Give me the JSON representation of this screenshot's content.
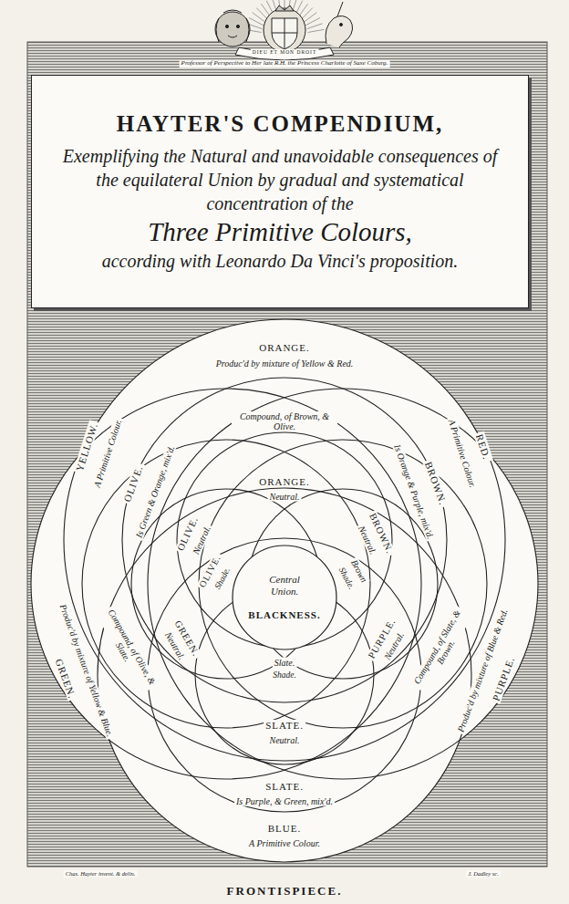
{
  "diagram": {
    "caption": "FRONTISPIECE.",
    "nodes": [
      {
        "text": [
          "HAYTER'S COMPENDIUM,",
          "Exemplifying the Natural and unavoidable consequences of the equilateral Union by gradual and systematical concentration of the",
          "Three Primitive Colours,",
          "according with Leonardo Da Vinci's proposition."
        ]
      },
      {
        "text": [
          "Central Union.",
          "BLACKNESS."
        ]
      }
    ],
    "labels": [
      "Professor of Perspective to Her late R.H. the Princess Charlotte of Saxe Coburg.",
      "DIEU ET MON DROIT",
      "ORANGE.",
      "Produc'd by mixture of Yellow & Red.",
      "YELLOW.",
      "A Primitive Colour.",
      "RED.",
      "A Primitive Colour.",
      "Compound, of Brown, & Olive.",
      "OLIVE.",
      "Is Green & Orange, mix'd.",
      "BROWN.",
      "Is Orange & Purple, mix'd.",
      "ORANGE.",
      "Neutral.",
      "OLIVE.",
      "Neutral.",
      "BROWN.",
      "Neutral.",
      "OLIVE.",
      "Shade.",
      "Brown",
      "Shade.",
      "GREEN.",
      "Neutral.",
      "PURPLE.",
      "Neutral.",
      "Slate.",
      "Shade.",
      "Compound, of Olive, & Slate.",
      "Compound, of Slate, & Brown.",
      "SLATE.",
      "Neutral.",
      "GREEN.",
      "Produc'd by mixture of Yellow & Blue.",
      "PURPLE.",
      "Produc'd by mixture of Blue & Red.",
      "SLATE.",
      "Is Purple, & Green, mix'd.",
      "BLUE.",
      "A Primitive Colour.",
      "Chas. Hayter invent. & delin.",
      "J. Dadley sc."
    ]
  }
}
